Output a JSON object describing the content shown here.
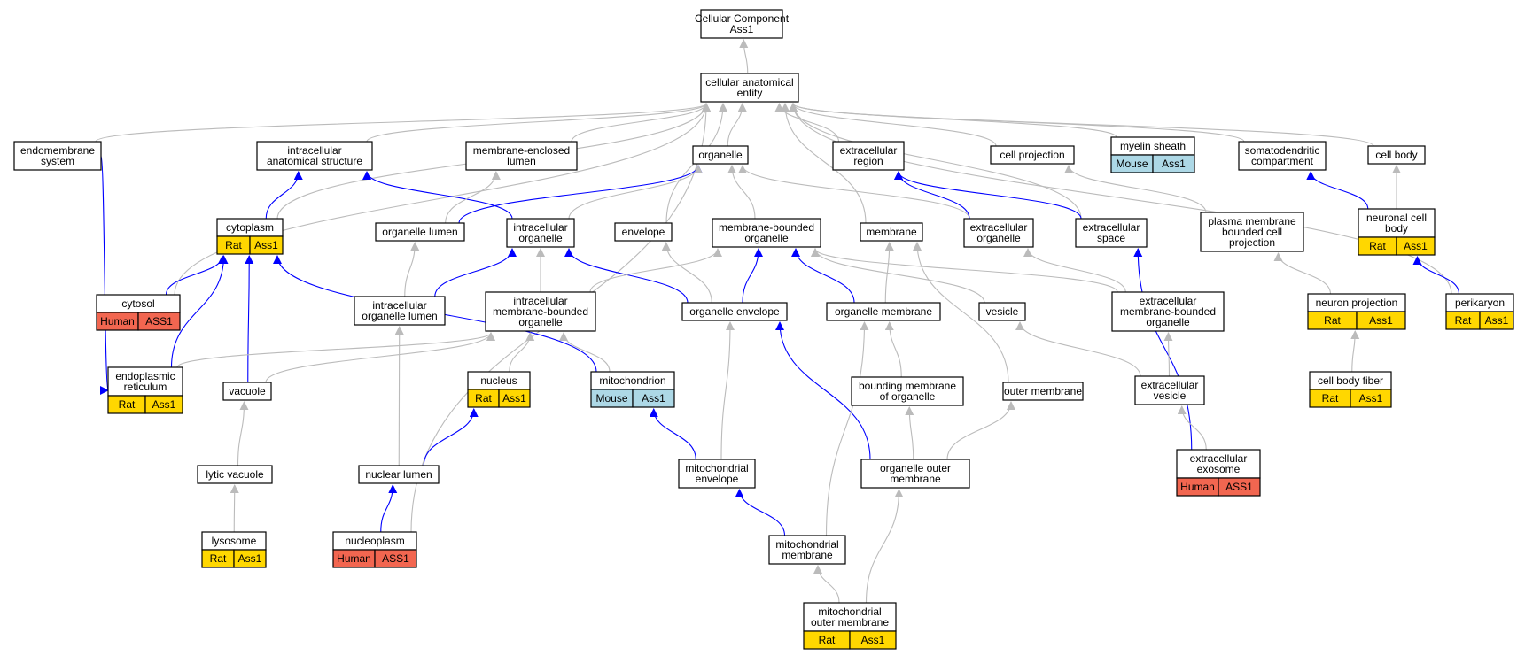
{
  "colors": {
    "rat": "#FFD700",
    "human": "#F26650",
    "mouse": "#ADD8E6",
    "edge_is_a": "#BBBBBB",
    "edge_part_of": "#0000FF"
  },
  "nodes": [
    {
      "id": "cc",
      "lines": [
        "Cellular Component",
        "Ass1"
      ],
      "cells": []
    },
    {
      "id": "cae",
      "lines": [
        "cellular anatomical",
        "entity"
      ],
      "cells": []
    },
    {
      "id": "ems",
      "lines": [
        "endomembrane",
        "system"
      ],
      "cells": []
    },
    {
      "id": "ias",
      "lines": [
        "intracellular",
        "anatomical structure"
      ],
      "cells": []
    },
    {
      "id": "mel",
      "lines": [
        "membrane-enclosed",
        "lumen"
      ],
      "cells": []
    },
    {
      "id": "org",
      "lines": [
        "organelle"
      ],
      "cells": []
    },
    {
      "id": "ecr",
      "lines": [
        "extracellular",
        "region"
      ],
      "cells": []
    },
    {
      "id": "cpj",
      "lines": [
        "cell projection"
      ],
      "cells": []
    },
    {
      "id": "mys",
      "lines": [
        "myelin sheath"
      ],
      "cells": [
        {
          "label": "Mouse",
          "color": "mouse"
        },
        {
          "label": "Ass1",
          "color": "mouse"
        }
      ]
    },
    {
      "id": "sdc",
      "lines": [
        "somatodendritic",
        "compartment"
      ],
      "cells": []
    },
    {
      "id": "cbd",
      "lines": [
        "cell body"
      ],
      "cells": []
    },
    {
      "id": "cyt",
      "lines": [
        "cytoplasm"
      ],
      "cells": [
        {
          "label": "Rat",
          "color": "rat"
        },
        {
          "label": "Ass1",
          "color": "rat"
        }
      ]
    },
    {
      "id": "orl",
      "lines": [
        "organelle lumen"
      ],
      "cells": []
    },
    {
      "id": "ico",
      "lines": [
        "intracellular",
        "organelle"
      ],
      "cells": []
    },
    {
      "id": "env",
      "lines": [
        "envelope"
      ],
      "cells": []
    },
    {
      "id": "mbo",
      "lines": [
        "membrane-bounded",
        "organelle"
      ],
      "cells": []
    },
    {
      "id": "mem",
      "lines": [
        "membrane"
      ],
      "cells": []
    },
    {
      "id": "eco",
      "lines": [
        "extracellular",
        "organelle"
      ],
      "cells": []
    },
    {
      "id": "ecs",
      "lines": [
        "extracellular",
        "space"
      ],
      "cells": []
    },
    {
      "id": "pmp",
      "lines": [
        "plasma membrane",
        "bounded cell",
        "projection"
      ],
      "cells": []
    },
    {
      "id": "ncb",
      "lines": [
        "neuronal cell",
        "body"
      ],
      "cells": [
        {
          "label": "Rat",
          "color": "rat"
        },
        {
          "label": "Ass1",
          "color": "rat"
        }
      ]
    },
    {
      "id": "cys",
      "lines": [
        "cytosol"
      ],
      "cells": [
        {
          "label": "Human",
          "color": "human"
        },
        {
          "label": "ASS1",
          "color": "human"
        }
      ]
    },
    {
      "id": "iol",
      "lines": [
        "intracellular",
        "organelle lumen"
      ],
      "cells": []
    },
    {
      "id": "imo",
      "lines": [
        "intracellular",
        "membrane-bounded",
        "organelle"
      ],
      "cells": []
    },
    {
      "id": "oen",
      "lines": [
        "organelle envelope"
      ],
      "cells": []
    },
    {
      "id": "omb",
      "lines": [
        "organelle membrane"
      ],
      "cells": []
    },
    {
      "id": "ves",
      "lines": [
        "vesicle"
      ],
      "cells": []
    },
    {
      "id": "emo",
      "lines": [
        "extracellular",
        "membrane-bounded",
        "organelle"
      ],
      "cells": []
    },
    {
      "id": "npj",
      "lines": [
        "neuron projection"
      ],
      "cells": [
        {
          "label": "Rat",
          "color": "rat"
        },
        {
          "label": "Ass1",
          "color": "rat"
        }
      ]
    },
    {
      "id": "pkr",
      "lines": [
        "perikaryon"
      ],
      "cells": [
        {
          "label": "Rat",
          "color": "rat"
        },
        {
          "label": "Ass1",
          "color": "rat"
        }
      ]
    },
    {
      "id": "er",
      "lines": [
        "endoplasmic",
        "reticulum"
      ],
      "cells": [
        {
          "label": "Rat",
          "color": "rat"
        },
        {
          "label": "Ass1",
          "color": "rat"
        }
      ]
    },
    {
      "id": "vac",
      "lines": [
        "vacuole"
      ],
      "cells": []
    },
    {
      "id": "nuc",
      "lines": [
        "nucleus"
      ],
      "cells": [
        {
          "label": "Rat",
          "color": "rat"
        },
        {
          "label": "Ass1",
          "color": "rat"
        }
      ]
    },
    {
      "id": "mit",
      "lines": [
        "mitochondrion"
      ],
      "cells": [
        {
          "label": "Mouse",
          "color": "mouse"
        },
        {
          "label": "Ass1",
          "color": "mouse"
        }
      ]
    },
    {
      "id": "bmo",
      "lines": [
        "bounding membrane",
        "of organelle"
      ],
      "cells": []
    },
    {
      "id": "otm",
      "lines": [
        "outer membrane"
      ],
      "cells": []
    },
    {
      "id": "ecv",
      "lines": [
        "extracellular",
        "vesicle"
      ],
      "cells": []
    },
    {
      "id": "cbf",
      "lines": [
        "cell body fiber"
      ],
      "cells": [
        {
          "label": "Rat",
          "color": "rat"
        },
        {
          "label": "Ass1",
          "color": "rat"
        }
      ]
    },
    {
      "id": "lyv",
      "lines": [
        "lytic vacuole"
      ],
      "cells": []
    },
    {
      "id": "nul",
      "lines": [
        "nuclear lumen"
      ],
      "cells": []
    },
    {
      "id": "men",
      "lines": [
        "mitochondrial",
        "envelope"
      ],
      "cells": []
    },
    {
      "id": "oom",
      "lines": [
        "organelle outer",
        "membrane"
      ],
      "cells": []
    },
    {
      "id": "exo",
      "lines": [
        "extracellular",
        "exosome"
      ],
      "cells": [
        {
          "label": "Human",
          "color": "human"
        },
        {
          "label": "ASS1",
          "color": "human"
        }
      ]
    },
    {
      "id": "lys",
      "lines": [
        "lysosome"
      ],
      "cells": [
        {
          "label": "Rat",
          "color": "rat"
        },
        {
          "label": "Ass1",
          "color": "rat"
        }
      ]
    },
    {
      "id": "nup",
      "lines": [
        "nucleoplasm"
      ],
      "cells": [
        {
          "label": "Human",
          "color": "human"
        },
        {
          "label": "ASS1",
          "color": "human"
        }
      ]
    },
    {
      "id": "mmb",
      "lines": [
        "mitochondrial",
        "membrane"
      ],
      "cells": []
    },
    {
      "id": "mom",
      "lines": [
        "mitochondrial",
        "outer membrane"
      ],
      "cells": [
        {
          "label": "Rat",
          "color": "rat"
        },
        {
          "label": "Ass1",
          "color": "rat"
        }
      ]
    }
  ],
  "edges": [
    {
      "from": "cae",
      "to": "cc",
      "type": "is_a"
    },
    {
      "from": "ems",
      "to": "cae",
      "type": "is_a"
    },
    {
      "from": "ias",
      "to": "cae",
      "type": "is_a"
    },
    {
      "from": "mel",
      "to": "cae",
      "type": "is_a"
    },
    {
      "from": "org",
      "to": "cae",
      "type": "is_a"
    },
    {
      "from": "ecr",
      "to": "cae",
      "type": "is_a"
    },
    {
      "from": "cpj",
      "to": "cae",
      "type": "is_a"
    },
    {
      "from": "mys",
      "to": "cae",
      "type": "is_a"
    },
    {
      "from": "sdc",
      "to": "cae",
      "type": "is_a"
    },
    {
      "from": "cbd",
      "to": "cae",
      "type": "is_a"
    },
    {
      "from": "cyt",
      "to": "cae",
      "type": "is_a"
    },
    {
      "from": "cys",
      "to": "cae",
      "type": "is_a"
    },
    {
      "from": "env",
      "to": "cae",
      "type": "is_a"
    },
    {
      "from": "mem",
      "to": "cae",
      "type": "is_a"
    },
    {
      "from": "ecs",
      "to": "cae",
      "type": "is_a"
    },
    {
      "from": "pkr",
      "to": "cae",
      "type": "is_a"
    },
    {
      "from": "nup",
      "to": "cae",
      "type": "is_a"
    },
    {
      "from": "cyt",
      "to": "ias",
      "type": "part_of"
    },
    {
      "from": "ico",
      "to": "ias",
      "type": "part_of"
    },
    {
      "from": "orl",
      "to": "mel",
      "type": "is_a"
    },
    {
      "from": "orl",
      "to": "org",
      "type": "part_of"
    },
    {
      "from": "ico",
      "to": "org",
      "type": "is_a"
    },
    {
      "from": "mbo",
      "to": "org",
      "type": "is_a"
    },
    {
      "from": "eco",
      "to": "org",
      "type": "is_a"
    },
    {
      "from": "eco",
      "to": "ecr",
      "type": "part_of"
    },
    {
      "from": "ecs",
      "to": "ecr",
      "type": "part_of"
    },
    {
      "from": "pmp",
      "to": "cpj",
      "type": "is_a"
    },
    {
      "from": "ncb",
      "to": "sdc",
      "type": "part_of"
    },
    {
      "from": "ncb",
      "to": "cbd",
      "type": "is_a"
    },
    {
      "from": "cys",
      "to": "cyt",
      "type": "part_of"
    },
    {
      "from": "er",
      "to": "cyt",
      "type": "part_of"
    },
    {
      "from": "vac",
      "to": "cyt",
      "type": "part_of"
    },
    {
      "from": "mit",
      "to": "cyt",
      "type": "part_of"
    },
    {
      "from": "iol",
      "to": "orl",
      "type": "is_a"
    },
    {
      "from": "iol",
      "to": "ico",
      "type": "part_of"
    },
    {
      "from": "imo",
      "to": "ico",
      "type": "is_a"
    },
    {
      "from": "oen",
      "to": "ico",
      "type": "part_of"
    },
    {
      "from": "imo",
      "to": "mbo",
      "type": "is_a"
    },
    {
      "from": "oen",
      "to": "mbo",
      "type": "part_of"
    },
    {
      "from": "omb",
      "to": "mbo",
      "type": "part_of"
    },
    {
      "from": "ves",
      "to": "mbo",
      "type": "is_a"
    },
    {
      "from": "emo",
      "to": "mbo",
      "type": "is_a"
    },
    {
      "from": "oen",
      "to": "env",
      "type": "is_a"
    },
    {
      "from": "omb",
      "to": "mem",
      "type": "is_a"
    },
    {
      "from": "otm",
      "to": "mem",
      "type": "is_a"
    },
    {
      "from": "emo",
      "to": "eco",
      "type": "is_a"
    },
    {
      "from": "exo",
      "to": "ecs",
      "type": "part_of"
    },
    {
      "from": "npj",
      "to": "pmp",
      "type": "is_a"
    },
    {
      "from": "pkr",
      "to": "ncb",
      "type": "part_of"
    },
    {
      "from": "nul",
      "to": "iol",
      "type": "is_a"
    },
    {
      "from": "er",
      "to": "imo",
      "type": "is_a"
    },
    {
      "from": "vac",
      "to": "imo",
      "type": "is_a"
    },
    {
      "from": "nuc",
      "to": "imo",
      "type": "is_a"
    },
    {
      "from": "mit",
      "to": "imo",
      "type": "is_a"
    },
    {
      "from": "men",
      "to": "oen",
      "type": "is_a"
    },
    {
      "from": "oom",
      "to": "oen",
      "type": "part_of"
    },
    {
      "from": "bmo",
      "to": "omb",
      "type": "is_a"
    },
    {
      "from": "mmb",
      "to": "omb",
      "type": "is_a"
    },
    {
      "from": "ecv",
      "to": "ves",
      "type": "is_a"
    },
    {
      "from": "ecv",
      "to": "emo",
      "type": "is_a"
    },
    {
      "from": "ems",
      "to": "er",
      "type": "part_of"
    },
    {
      "from": "cbf",
      "to": "npj",
      "type": "is_a"
    },
    {
      "from": "lyv",
      "to": "vac",
      "type": "is_a"
    },
    {
      "from": "nul",
      "to": "nuc",
      "type": "part_of"
    },
    {
      "from": "men",
      "to": "mit",
      "type": "part_of"
    },
    {
      "from": "oom",
      "to": "bmo",
      "type": "is_a"
    },
    {
      "from": "oom",
      "to": "otm",
      "type": "is_a"
    },
    {
      "from": "exo",
      "to": "ecv",
      "type": "is_a"
    },
    {
      "from": "lys",
      "to": "lyv",
      "type": "is_a"
    },
    {
      "from": "nup",
      "to": "nul",
      "type": "part_of"
    },
    {
      "from": "mmb",
      "to": "men",
      "type": "part_of"
    },
    {
      "from": "mom",
      "to": "mmb",
      "type": "is_a"
    },
    {
      "from": "mom",
      "to": "oom",
      "type": "is_a"
    }
  ]
}
